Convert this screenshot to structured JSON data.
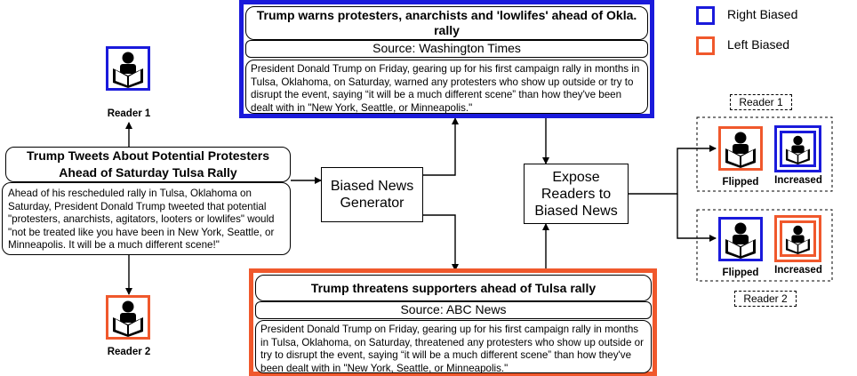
{
  "colors": {
    "right_biased": "#1a1adb",
    "left_biased": "#f0582c",
    "line": "#000000"
  },
  "legend": {
    "right_label": "Right Biased",
    "left_label": "Left Biased"
  },
  "source_article": {
    "title": "Trump Tweets About Potential Protesters Ahead of Saturday Tulsa Rally",
    "body": "Ahead of his rescheduled rally in Tulsa, Oklahoma on Saturday, President Donald Trump tweeted that potential \"protesters, anarchists, agitators, looters or lowlifes\" would \"not be treated like you have been in New York, Seattle, or Minneapolis. It will be a much different scene!\""
  },
  "generator": {
    "label": "Biased News Generator"
  },
  "expose": {
    "label": "Expose Readers to Biased News"
  },
  "right_article": {
    "title": "Trump warns protesters, anarchists and 'lowlifes' ahead of Okla. rally",
    "source": "Source: Washington Times",
    "body": "President Donald Trump on Friday, gearing up for his first campaign rally in months in Tulsa, Oklahoma, on Saturday, warned any protesters who show up outside or try to disrupt the event, saying “it will be a much different scene” than how they've been dealt with in \"New York, Seattle, or Minneapolis.\""
  },
  "left_article": {
    "title": "Trump threatens supporters ahead of Tulsa rally",
    "source": "Source: ABC News",
    "body": "President Donald Trump on Friday, gearing up for his first campaign rally in months in Tulsa, Oklahoma, on Saturday, threatened any protesters who show up outside or try to disrupt the event, saying “it will be a much different scene” than how they've been dealt with in \"New York, Seattle, or Minneapolis.\""
  },
  "readers": {
    "reader1": "Reader 1",
    "reader2": "Reader 2"
  },
  "outcomes": {
    "reader1_label": "Reader 1",
    "reader2_label": "Reader 2",
    "flipped": "Flipped",
    "increased": "Increased"
  }
}
